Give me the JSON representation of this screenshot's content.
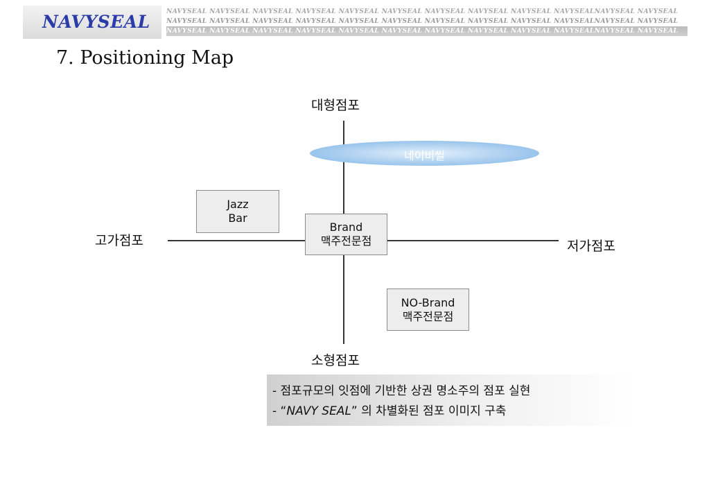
{
  "header": {
    "logo": "NAVYSEAL",
    "band": [
      "NAVYSEAL NAVYSEAL NAVYSEAL NAVYSEAL NAVYSEAL NAVYSEAL NAVYSEAL NAVYSEAL NAVYSEAL NAVYSEALNAVYSEAL NAVYSEAL",
      "NAVYSEAL NAVYSEAL NAVYSEAL NAVYSEAL NAVYSEAL NAVYSEAL NAVYSEAL NAVYSEAL NAVYSEAL NAVYSEALNAVYSEAL NAVYSEAL",
      "NAVYSEAL NAVYSEAL NAVYSEAL NAVYSEAL NAVYSEAL NAVYSEAL NAVYSEAL NAVYSEAL NAVYSEAL NAVYSEALNAVYSEAL NAVYSEAL"
    ]
  },
  "title": "7. Positioning Map",
  "axes": {
    "top": "대형점포",
    "bottom": "소형점포",
    "left": "고가점포",
    "right": "저가점포"
  },
  "positions": {
    "navyseal": "네이비씰",
    "jazz_bar": [
      "Jazz",
      "Bar"
    ],
    "brand": [
      "Brand",
      "맥주전문점"
    ],
    "no_brand": [
      "NO-Brand",
      "맥주전문점"
    ]
  },
  "notes": {
    "line1": "- 점포규모의 잇점에 기반한 상권 명소주의 점포 실현",
    "line2_prefix": "- “",
    "line2_em": "NAVY SEAL",
    "line2_suffix": "” 의 차별화된 점포 이미지 구축"
  },
  "colors": {
    "logo_text": "#2b3ba8",
    "ellipse": "#a9cdef"
  }
}
